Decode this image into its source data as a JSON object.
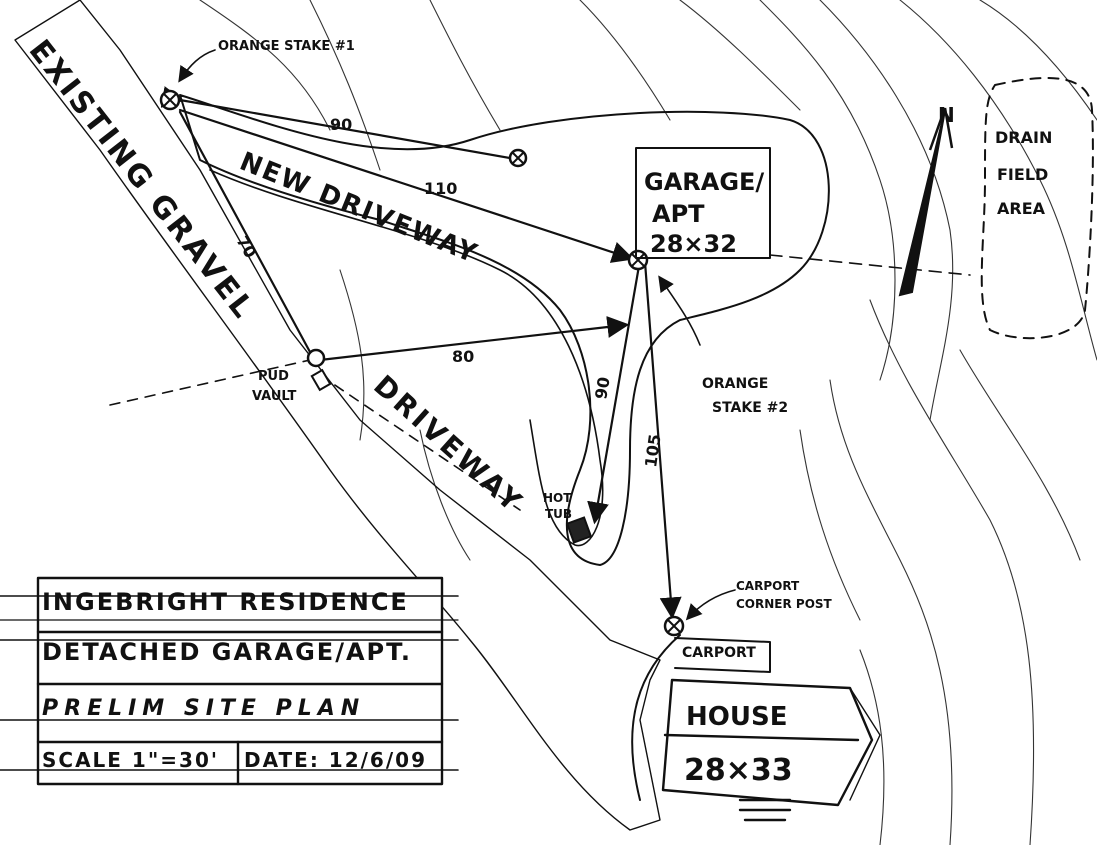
{
  "labels": {
    "existing_gravel": "EXISTING GRAVEL",
    "driveway": "DRIVEWAY",
    "new_driveway": "NEW DRIVEWAY",
    "orange_stake_1": "ORANGE STAKE #1",
    "orange_stake_2_line1": "ORANGE",
    "orange_stake_2_line2": "STAKE #2",
    "pud_vault_line1": "PUD",
    "pud_vault_line2": "VAULT",
    "hot_tub_line1": "HOT",
    "hot_tub_line2": "TUB",
    "garage_line1": "GARAGE/",
    "garage_line2": "APT",
    "garage_dims": "28×32",
    "drain_line1": "DRAIN",
    "drain_line2": "FIELD",
    "drain_line3": "AREA",
    "north": "N",
    "carport_corner_line1": "CARPORT",
    "carport_corner_line2": "CORNER POST",
    "carport": "CARPORT",
    "house": "HOUSE",
    "house_dims": "28×33"
  },
  "dimensions": {
    "stake1_to_east": "90",
    "new_driveway_len": "110",
    "gravel_len": "70",
    "vault_to_garage": "80",
    "garage_to_hottub": "90",
    "garage_to_carport": "105"
  },
  "title_block": {
    "project": "INGEBRIGHT RESIDENCE",
    "subject": "DETACHED GARAGE/APT.",
    "sheet": "PRELIM SITE PLAN",
    "scale": "SCALE 1\"=30'",
    "date": "DATE: 12/6/09"
  }
}
